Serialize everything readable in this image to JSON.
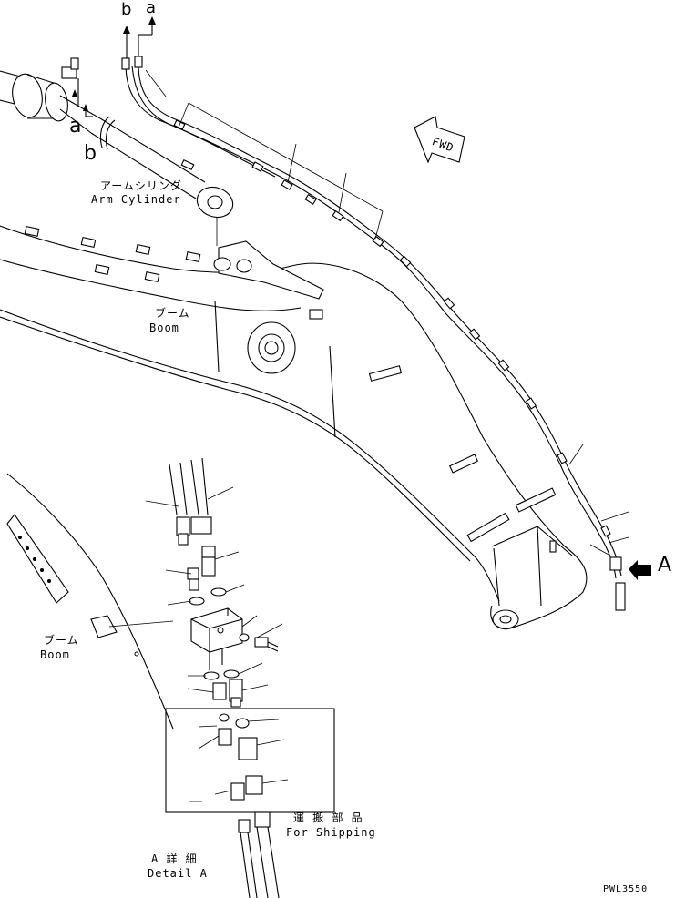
{
  "labels": {
    "b_top": "b",
    "a_top": "a",
    "a_left": "a",
    "b_left": "b",
    "fwd": "FWD",
    "arm_cylinder_jp": "アームシリンダ",
    "arm_cylinder_en": "Arm Cylinder",
    "boom_jp": "ブーム",
    "boom_en": "Boom",
    "boom2_jp": "ブーム",
    "boom2_en": "Boom",
    "view_a": "A",
    "shipping_jp": "運 搬 部 品",
    "shipping_en": "For Shipping",
    "detail_jp": "A 詳 細",
    "detail_en": "Detail A",
    "drawing_no": "PWL3550"
  }
}
